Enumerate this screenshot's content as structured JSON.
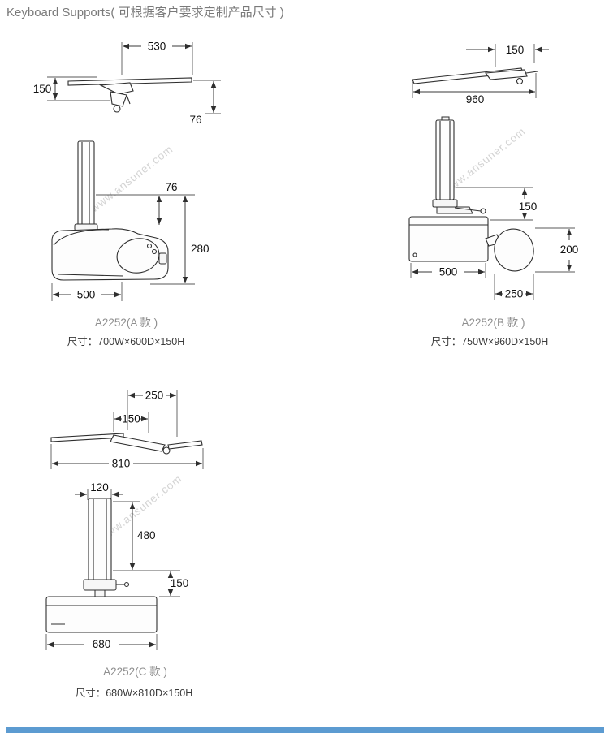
{
  "page": {
    "title": "Keyboard Supports( 可根据客户要求定制产品尺寸 )",
    "watermark": "www.ansuner.com"
  },
  "figures": {
    "a": {
      "name": "A2252(A 款 )",
      "size": "尺寸：700W×600D×150H",
      "dims": {
        "tray_width": "530",
        "side_height": "150",
        "tray_drop": "76",
        "column_offset": "76",
        "body_height": "280",
        "body_width": "500"
      }
    },
    "b": {
      "name": "A2252(B 款 )",
      "size": "尺寸：750W×960D×150H",
      "dims": {
        "arm_inset": "150",
        "total_depth": "960",
        "column_lift": "150",
        "mouse_height": "200",
        "body_width": "500",
        "mouse_width": "250"
      }
    },
    "c": {
      "name": "A2252(C 款 )",
      "size": "尺寸：680W×810D×150H",
      "dims": {
        "rear_inset": "250",
        "arm_inset": "150",
        "total_depth": "810",
        "column_width": "120",
        "column_height": "480",
        "tray_height": "150",
        "body_width": "680"
      }
    }
  }
}
